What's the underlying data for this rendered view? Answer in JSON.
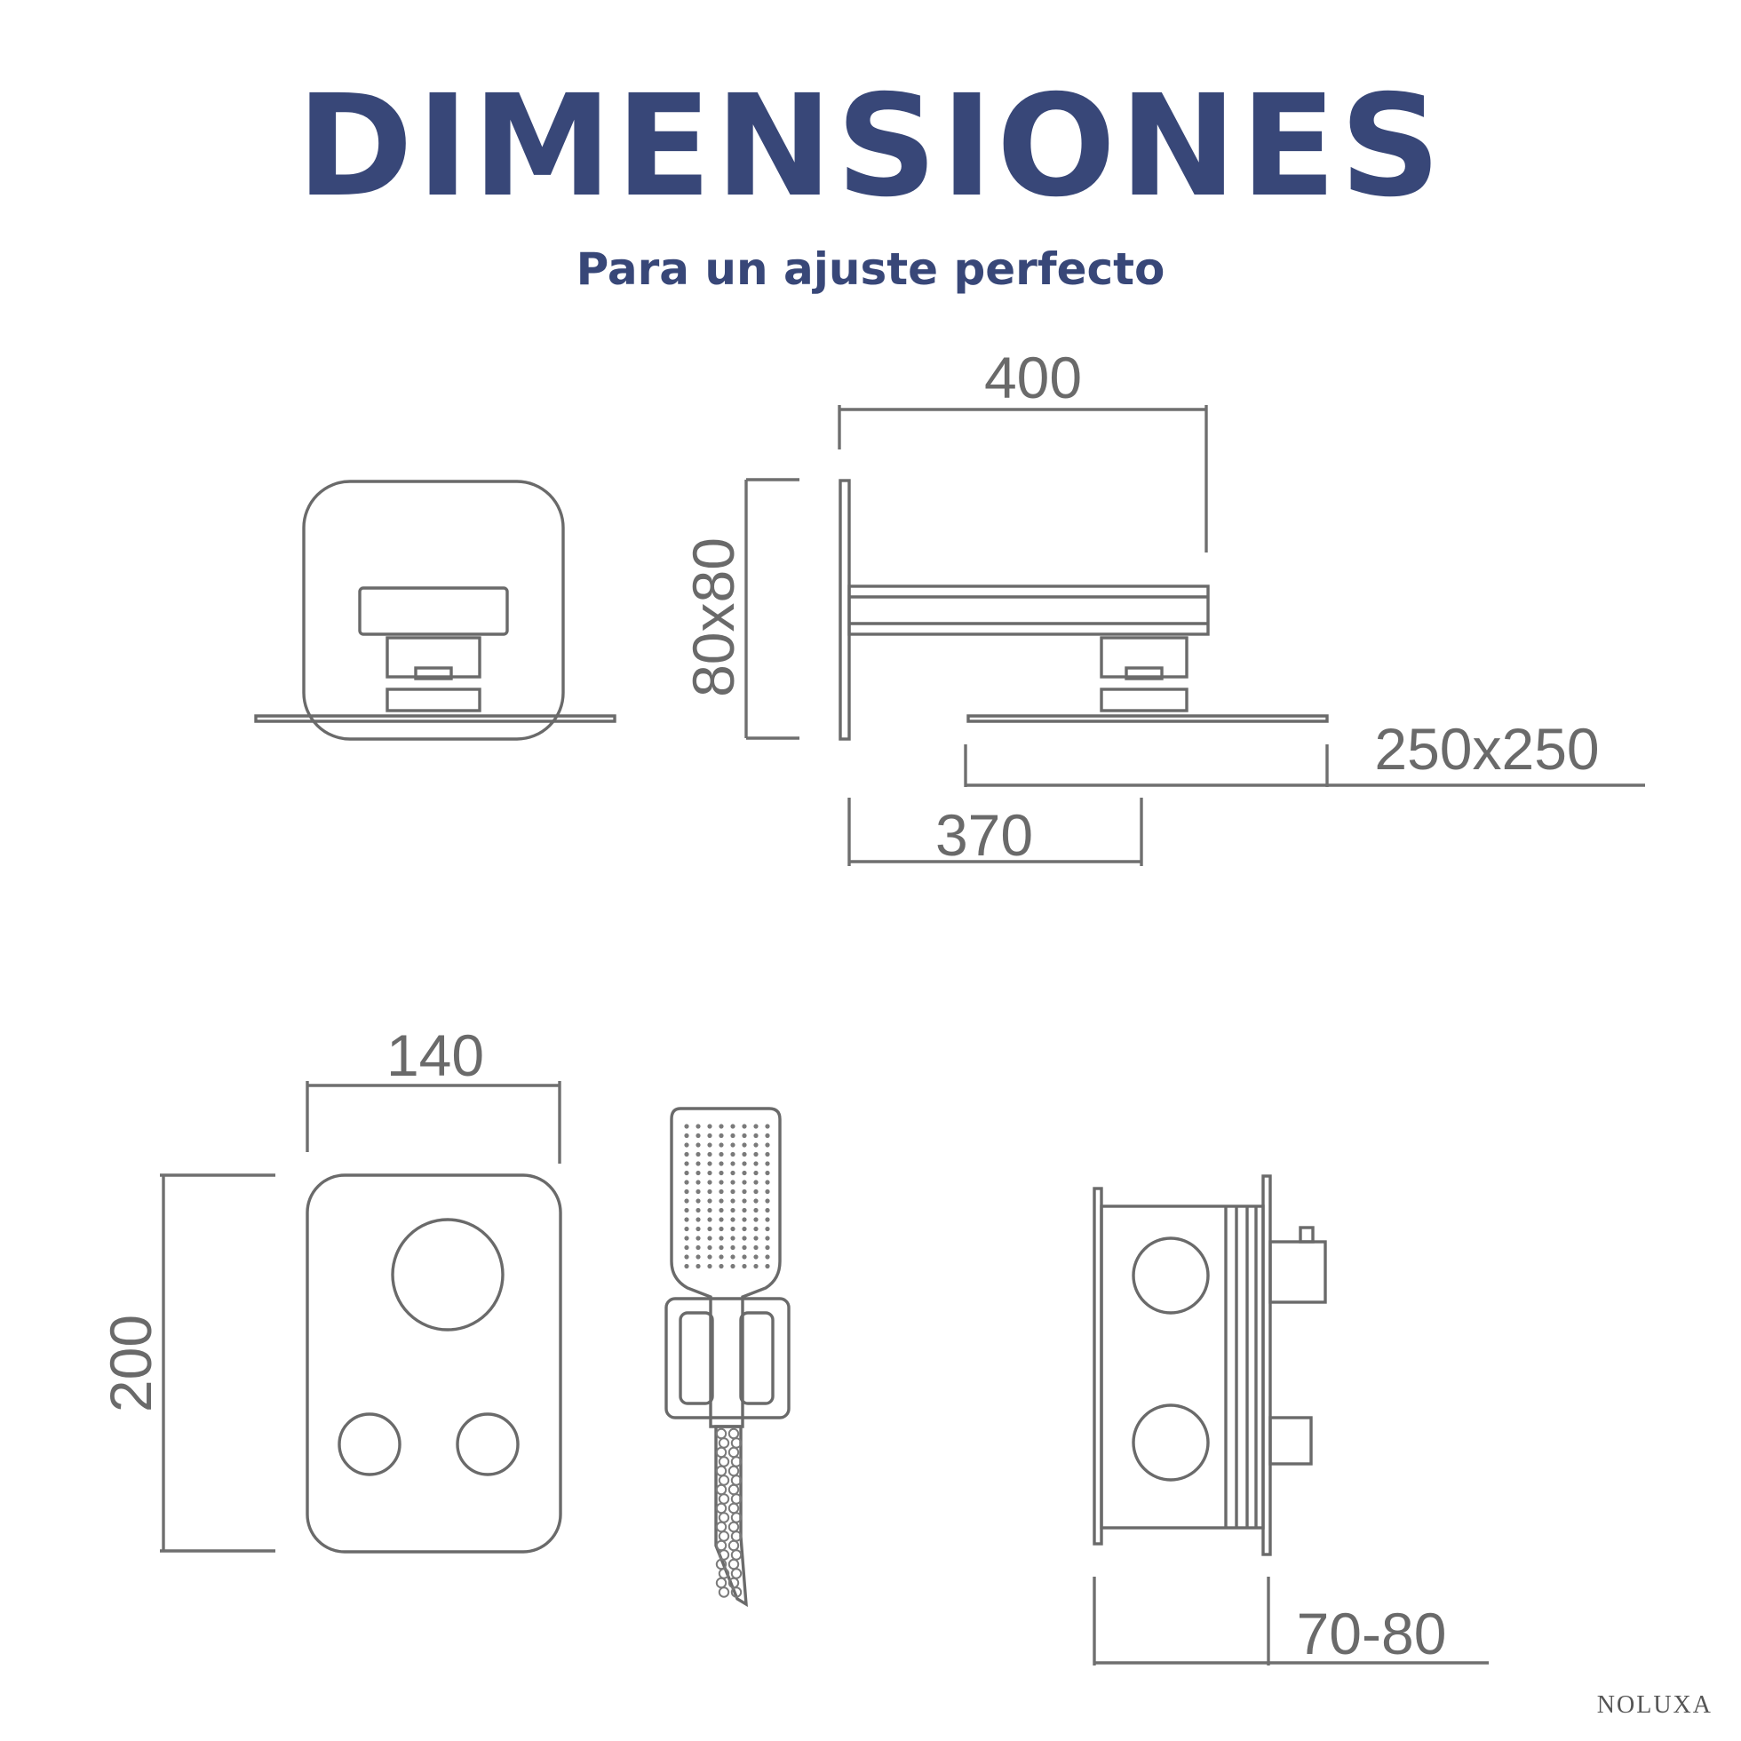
{
  "header": {
    "title": "DIMENSIONES",
    "subtitle": "Para un ajuste perfecto"
  },
  "dimensions": {
    "arm_length": "400",
    "arm_section": "80x80",
    "head_size": "250x250",
    "projection": "370",
    "plate_width": "140",
    "plate_height": "200",
    "depth": "70-80"
  },
  "brand": "NOLUXA",
  "colors": {
    "title": "#384778",
    "line": "#6a6a6a"
  }
}
